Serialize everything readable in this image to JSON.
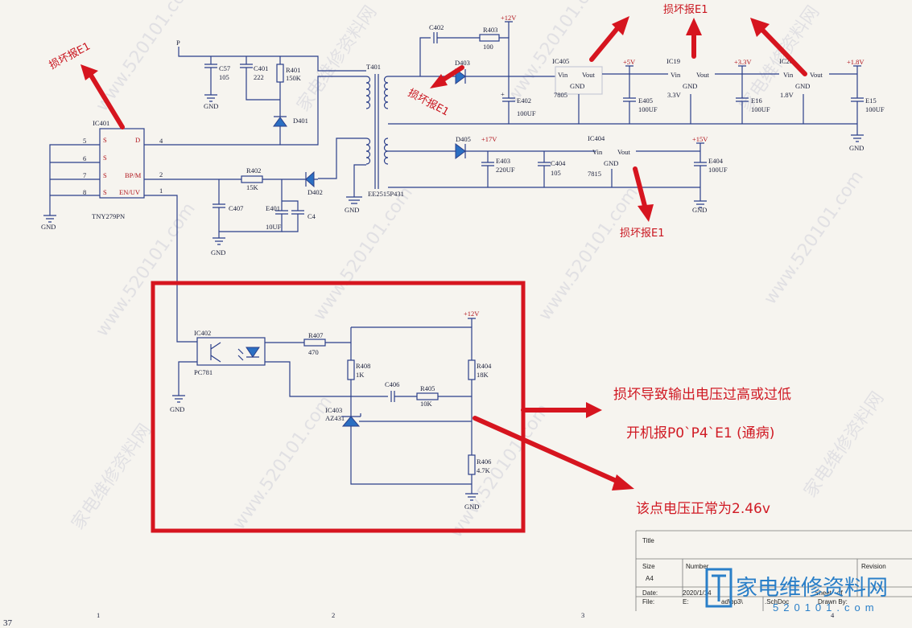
{
  "annotations": {
    "e1_left": "损坏报E1",
    "e1_top": "损坏报E1",
    "e1_mid": "损坏报E1",
    "e1_bottom": "损坏报E1",
    "note_line1": "损坏导致输出电压过高或过低",
    "note_line2": "开机报P0`P4`E1 (通病)",
    "note_voltage": "该点电压正常为2.46v"
  },
  "components": {
    "ic401": {
      "ref": "IC401",
      "part": "TNY279PN",
      "pin_s": "S",
      "pin_d": "D",
      "pin_bp": "BP/M",
      "pin_en": "EN/UV",
      "p5": "5",
      "p6": "6",
      "p7": "7",
      "p8": "8",
      "p4": "4",
      "p2": "2",
      "p1": "1"
    },
    "p_label": "P",
    "c57": {
      "ref": "C57",
      "val": "105"
    },
    "c401": {
      "ref": "C401",
      "val": "222"
    },
    "r401": {
      "ref": "R401",
      "val": "150K"
    },
    "d401": "D401",
    "t401": {
      "ref": "T401",
      "part": "EE2515P431"
    },
    "c402": "C402",
    "r403": {
      "ref": "R403",
      "val": "100"
    },
    "d403": "D403",
    "e402": {
      "ref": "E402",
      "val": "100UF"
    },
    "ic405": {
      "ref": "IC405",
      "part": "7805",
      "vin": "Vin",
      "vout": "Vout",
      "gnd": "GND"
    },
    "e405": {
      "ref": "E405",
      "val": "100UF"
    },
    "ic19": {
      "ref": "IC19",
      "part": "3.3V",
      "vin": "Vin",
      "vout": "Vout",
      "gnd": "GND"
    },
    "e16": {
      "ref": "E16",
      "val": "100UF"
    },
    "ic20": {
      "ref": "IC20",
      "part": "1.8V",
      "vin": "Vin",
      "vout": "Vout",
      "gnd": "GND"
    },
    "e15": {
      "ref": "E15",
      "val": "100UF"
    },
    "d405": "D405",
    "e403": {
      "ref": "E403",
      "val": "220UF"
    },
    "c404": {
      "ref": "C404",
      "val": "105"
    },
    "ic404": {
      "ref": "IC404",
      "part": "7815",
      "vin": "Vin",
      "vout": "Vout",
      "gnd": "GND"
    },
    "e404": {
      "ref": "E404",
      "val": "100UF"
    },
    "r402": {
      "ref": "R402",
      "val": "15K"
    },
    "d402": "D402",
    "c407": "C407",
    "e401": {
      "ref": "E401",
      "val": "10UF"
    },
    "c4": "C4",
    "ic402": {
      "ref": "IC402",
      "part": "PC781"
    },
    "r407": {
      "ref": "R407",
      "val": "470"
    },
    "r408": {
      "ref": "R408",
      "val": "1K"
    },
    "c406": "C406",
    "r405": {
      "ref": "R405",
      "val": "10K"
    },
    "ic403": {
      "ref": "IC403",
      "part": "AZ431"
    },
    "r404": {
      "ref": "R404",
      "val": "18K"
    },
    "r406": {
      "ref": "R406",
      "val": "4.7K"
    }
  },
  "rails": {
    "v12": "+12V",
    "v5": "+5V",
    "v33": "+3.3V",
    "v18": "+1.8V",
    "v17": "+17V",
    "v15": "+15V",
    "v12b": "+12V"
  },
  "gnd": "GND",
  "watermarks": [
    "家电维修资料网",
    "www.520101.com"
  ],
  "title_block": {
    "title": "Title",
    "size": "Size",
    "number": "Number",
    "revision": "Revision",
    "size_val": "A4",
    "date": "Date:",
    "date_val": "2020/1/14",
    "sheet": "Sheet",
    "sheet_val": "of",
    "file": "File:",
    "file_val": "E:",
    "file_mid": "ad\\bp3\\",
    "schdoc": ".SchDoc",
    "drawn": "Drawn By:"
  },
  "logo": {
    "cn": "家电维修资料网",
    "url": "520101.com"
  },
  "page_number": "37",
  "ruler": {
    "r1": "1",
    "r2": "2",
    "r3": "3",
    "r4": "4"
  }
}
